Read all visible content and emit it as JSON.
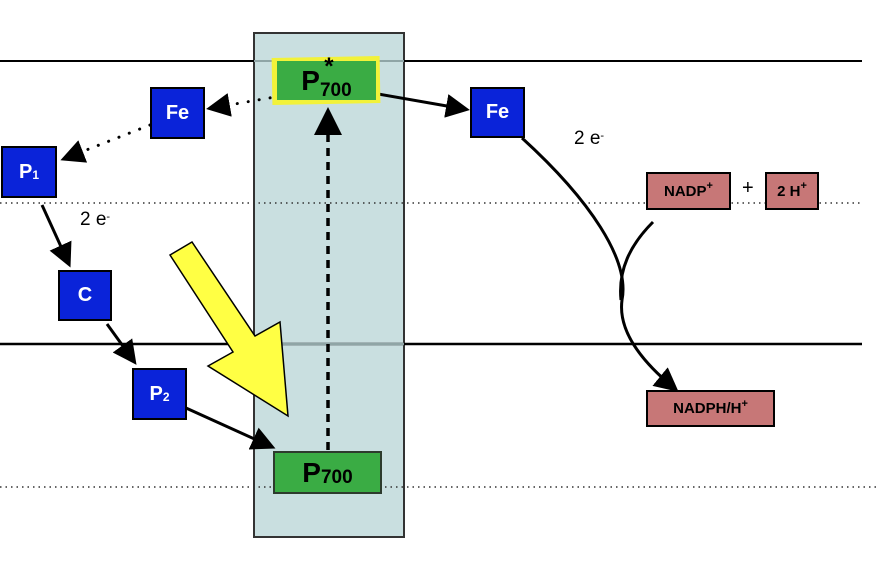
{
  "title": "Photosystem I electron transport diagram",
  "colors": {
    "carrier_blue": "#0a23d9",
    "reaction_center_green": "#3aac44",
    "highlight_yellow": "#f2f23a",
    "product_red": "#c77777",
    "photosystem_panel": "#c9dfe0",
    "light_arrow_yellow": "#ffff44"
  },
  "photosystem": {
    "excited_center": {
      "base": "P",
      "star": "*",
      "subscript": "700"
    },
    "ground_center": {
      "base": "P",
      "subscript": "700"
    }
  },
  "carriers": {
    "fe_left": "Fe",
    "p1": {
      "base": "P",
      "subscript": "1"
    },
    "c": "C",
    "p2": {
      "base": "P",
      "subscript": "2"
    },
    "fe_right": "Fe"
  },
  "electron_labels": {
    "left": {
      "text": "2 e",
      "superscript": "-"
    },
    "right": {
      "text": "2 e",
      "superscript": "-"
    }
  },
  "reactants": {
    "nadp": {
      "text": "NADP",
      "superscript": "+"
    },
    "plus": "+",
    "protons": {
      "text": "2 H",
      "superscript": "+"
    }
  },
  "product": {
    "text": "NADPH/H",
    "superscript": "+"
  }
}
